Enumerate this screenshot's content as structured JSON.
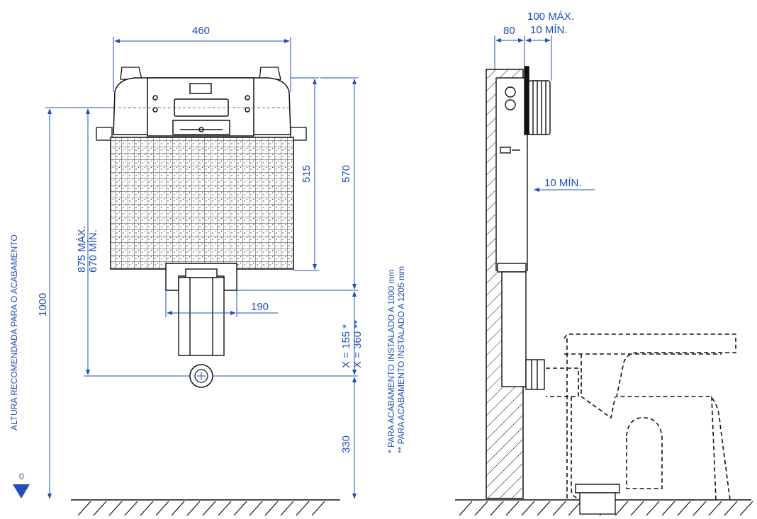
{
  "colors": {
    "dimension": "#1f4fb5",
    "drawing": "#111111",
    "background": "#ffffff"
  },
  "front": {
    "width_label": "460",
    "height_515": "515",
    "height_570": "570",
    "height_875": "875 MÁX.",
    "height_670": "670 MÍN.",
    "drain_offset": "190",
    "x_155": "X = 155  *",
    "x_360": "X = 360 **",
    "height_330": "330",
    "height_1000": "1000",
    "altura_text": "ALTURA RECOMENDADA PARA O ACABAMENTO",
    "zero": "0",
    "note_1": "*  PARA ACABAMENTO INSTALADO A 1000 mm",
    "note_2": "** PARA ACABAMENTO INSTALADO A 1205 mm"
  },
  "side": {
    "depth_80": "80",
    "max_100": "100 MÁX.",
    "min_10_top": "10 MÍN.",
    "min_10_mid": "10 MÍN."
  }
}
